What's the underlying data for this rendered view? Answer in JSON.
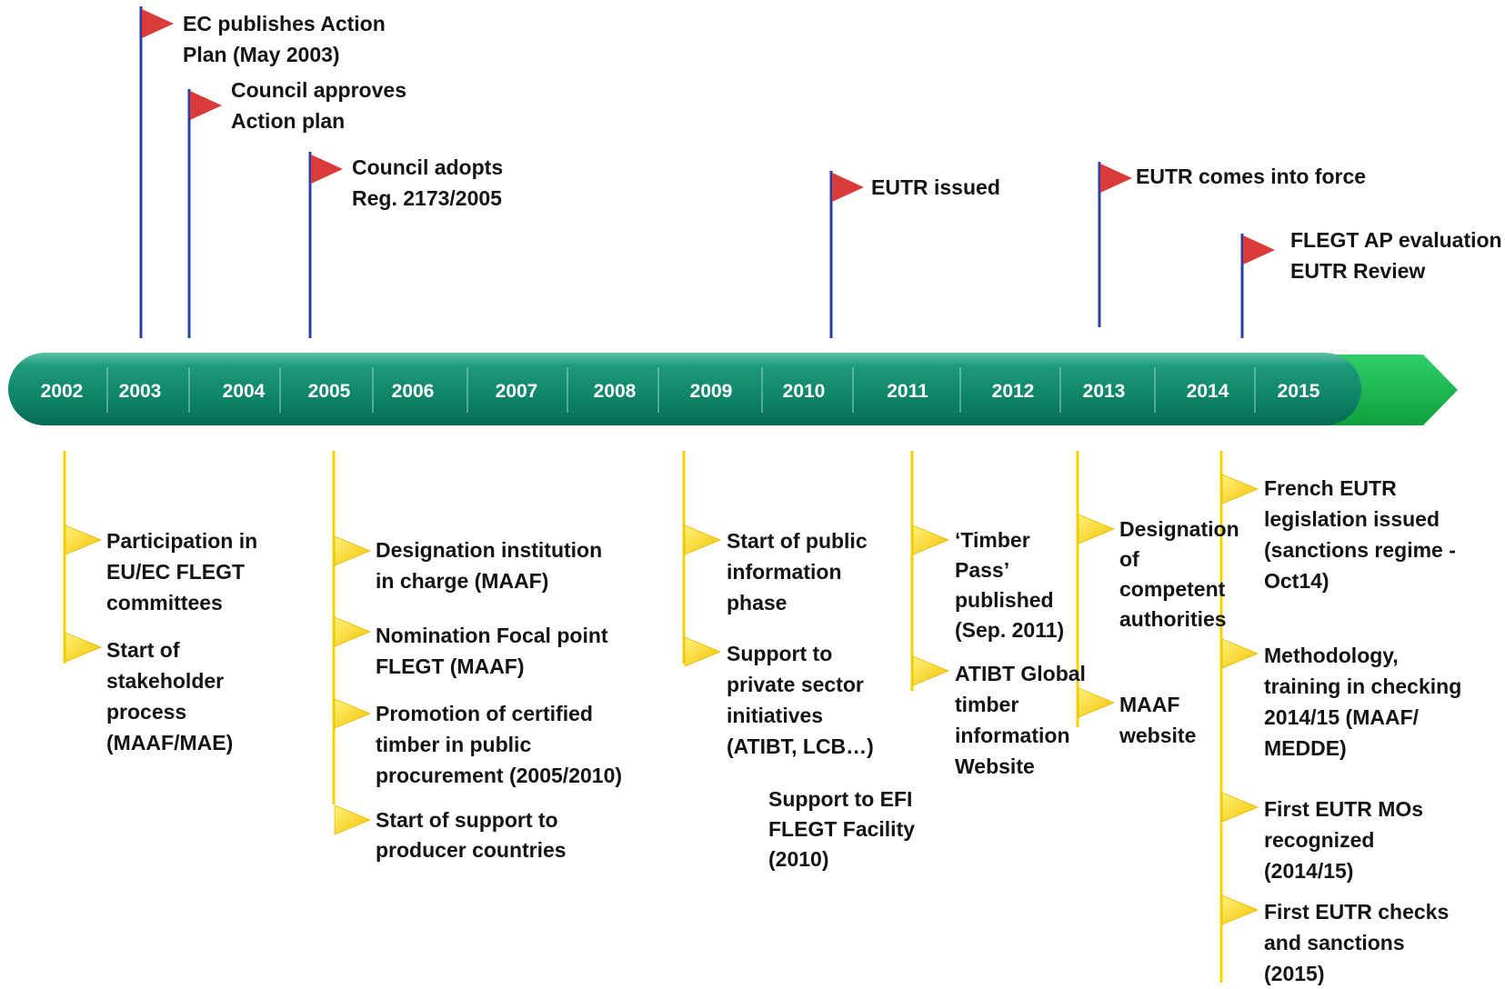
{
  "colors": {
    "timeline_bar": "#0e8a6e",
    "timeline_arrow": "#12b04a",
    "eu_pole": "#2b3fa0",
    "eu_flag": "#d93a3a",
    "fr_pole": "#f0d400",
    "fr_flag": "#f6cf00"
  },
  "timeline": {
    "years": [
      "2002",
      "2003",
      "2004",
      "2005",
      "2006",
      "2007",
      "2008",
      "2009",
      "2010",
      "2011",
      "2012",
      "2013",
      "2014",
      "2015"
    ]
  },
  "eu_events": [
    {
      "lines": [
        "EC publishes Action",
        "Plan (May 2003)"
      ]
    },
    {
      "lines": [
        "Council approves",
        "Action plan"
      ]
    },
    {
      "lines": [
        "Council adopts",
        "Reg. 2173/2005"
      ]
    },
    {
      "lines": [
        "EUTR issued"
      ]
    },
    {
      "lines": [
        "EUTR comes into force"
      ]
    },
    {
      "lines": [
        "FLEGT AP evaluation",
        "EUTR Review"
      ]
    }
  ],
  "fr_events": [
    {
      "lines": [
        "Participation in",
        "EU/EC FLEGT",
        "committees"
      ]
    },
    {
      "lines": [
        "Start of",
        "stakeholder",
        "process",
        "(MAAF/MAE)"
      ]
    },
    {
      "lines": [
        "Designation institution",
        "in charge (MAAF)"
      ]
    },
    {
      "lines": [
        "Nomination Focal point",
        "FLEGT (MAAF)"
      ]
    },
    {
      "lines": [
        "Promotion of certified",
        "timber in public",
        "procurement (2005/2010)"
      ]
    },
    {
      "lines": [
        "Start of support to",
        "producer countries"
      ]
    },
    {
      "lines": [
        "Start of public",
        "information",
        "phase"
      ]
    },
    {
      "lines": [
        "Support to",
        "private sector",
        "initiatives",
        "(ATIBT, LCB…)"
      ]
    },
    {
      "lines": [
        "Support to EFI",
        "FLEGT Facility",
        "(2010)"
      ]
    },
    {
      "lines": [
        "‘Timber",
        "Pass’",
        "published",
        "(Sep. 2011)"
      ]
    },
    {
      "lines": [
        "ATIBT Global",
        "timber",
        "information",
        "Website"
      ]
    },
    {
      "lines": [
        "Designation",
        "of",
        "competent",
        "authorities"
      ]
    },
    {
      "lines": [
        "MAAF",
        "website"
      ]
    },
    {
      "lines": [
        "French EUTR",
        "legislation issued",
        "(sanctions regime -",
        "Oct14)"
      ]
    },
    {
      "lines": [
        "Methodology,",
        "training in checking",
        "2014/15 (MAAF/",
        "MEDDE)"
      ]
    },
    {
      "lines": [
        "First EUTR MOs",
        "recognized",
        "(2014/15)"
      ]
    },
    {
      "lines": [
        "First EUTR checks",
        "and sanctions",
        "(2015)"
      ]
    }
  ]
}
